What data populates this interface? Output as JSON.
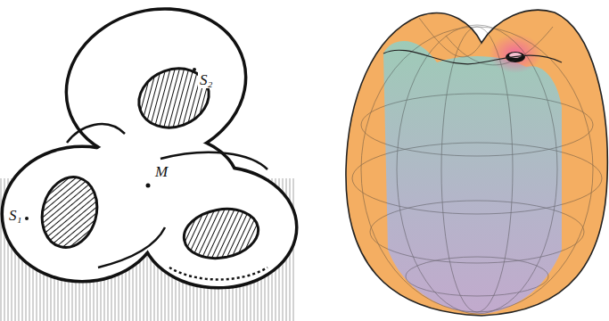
{
  "diagram": {
    "labels": [
      "S₂",
      "M",
      "S₁"
    ]
  }
}
